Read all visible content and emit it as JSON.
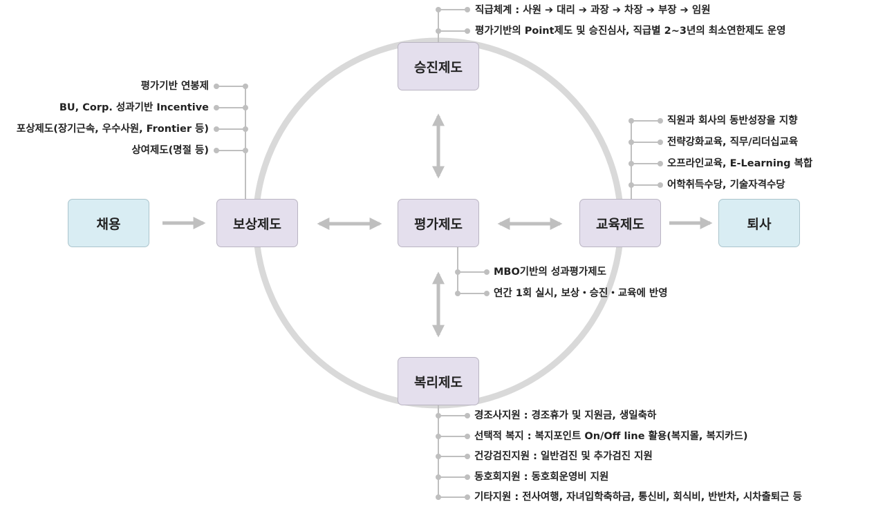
{
  "nodes": {
    "hire": "채용",
    "compensation": "보상제도",
    "evaluation": "평가제도",
    "education": "교육제도",
    "resign": "퇴사",
    "promotion": "승진제도",
    "welfare": "복리제도"
  },
  "promotion_notes": [
    "직급체계 : 사원 ➔ 대리 ➔ 과장 ➔ 차장 ➔ 부장 ➔ 임원",
    "평가기반의 Point제도 및 승진심사, 직급별 2~3년의 최소연한제도 운영"
  ],
  "compensation_notes": [
    "평가기반 연봉제",
    "BU, Corp. 성과기반 Incentive",
    "포상제도(장기근속, 우수사원, Frontier 등)",
    "상여제도(명절 등)"
  ],
  "education_notes": [
    "직원과 회사의 동반성장을 지향",
    "전략강화교육, 직무/리더십교육",
    "오프라인교육, E-Learning 복합",
    "어학취득수당, 기술자격수당"
  ],
  "evaluation_notes": [
    "MBO기반의 성과평가제도",
    "연간 1회 실시, 보상・승진・교육에 반영"
  ],
  "welfare_notes": [
    "경조사지원 : 경조휴가 및 지원금, 생일축하",
    "선택적 복지 : 복지포인트 On/Off line 활용(복지몰, 복지카드)",
    "건강검진지원 : 일반검진 및 추가검진 지원",
    "동호회지원 : 동호회운영비 지원",
    "기타지원 : 전사여행, 자녀입학축하금, 통신비, 회식비, 반반차, 시차출퇴근 등"
  ],
  "colors": {
    "ring": "#d9d9d9",
    "arrow": "#bfbfbf",
    "connector": "#bfbfbf",
    "box_purple": "#e4dfed",
    "box_blue": "#d9edf3"
  }
}
